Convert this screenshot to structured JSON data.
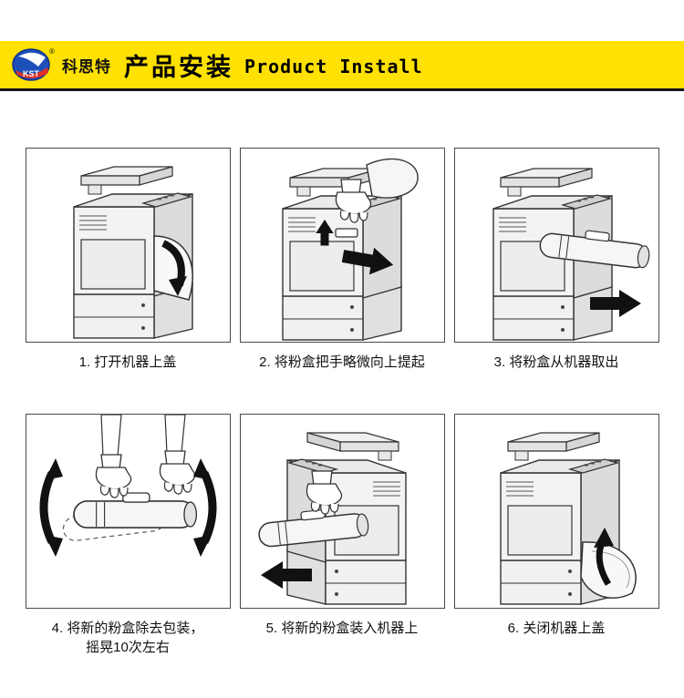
{
  "header": {
    "logo_text": "KST",
    "reg_mark": "®",
    "brand": "科思特",
    "title_cn": "产品安装",
    "title_en": "Product Install"
  },
  "steps": [
    {
      "caption": "1. 打开机器上盖"
    },
    {
      "caption": "2. 将粉盒把手略微向上提起"
    },
    {
      "caption": "3. 将粉盒从机器取出"
    },
    {
      "caption": "4. 将新的粉盒除去包装，",
      "caption2": "摇晃10次左右"
    },
    {
      "caption": "5. 将新的粉盒装入机器上"
    },
    {
      "caption": "6. 关闭机器上盖"
    }
  ],
  "colors": {
    "header_bg": "#ffe103",
    "header_rule": "#141414",
    "logo_blue": "#1d4fb8",
    "logo_red": "#e03026",
    "line_art": "#333333",
    "arrow": "#111111"
  }
}
